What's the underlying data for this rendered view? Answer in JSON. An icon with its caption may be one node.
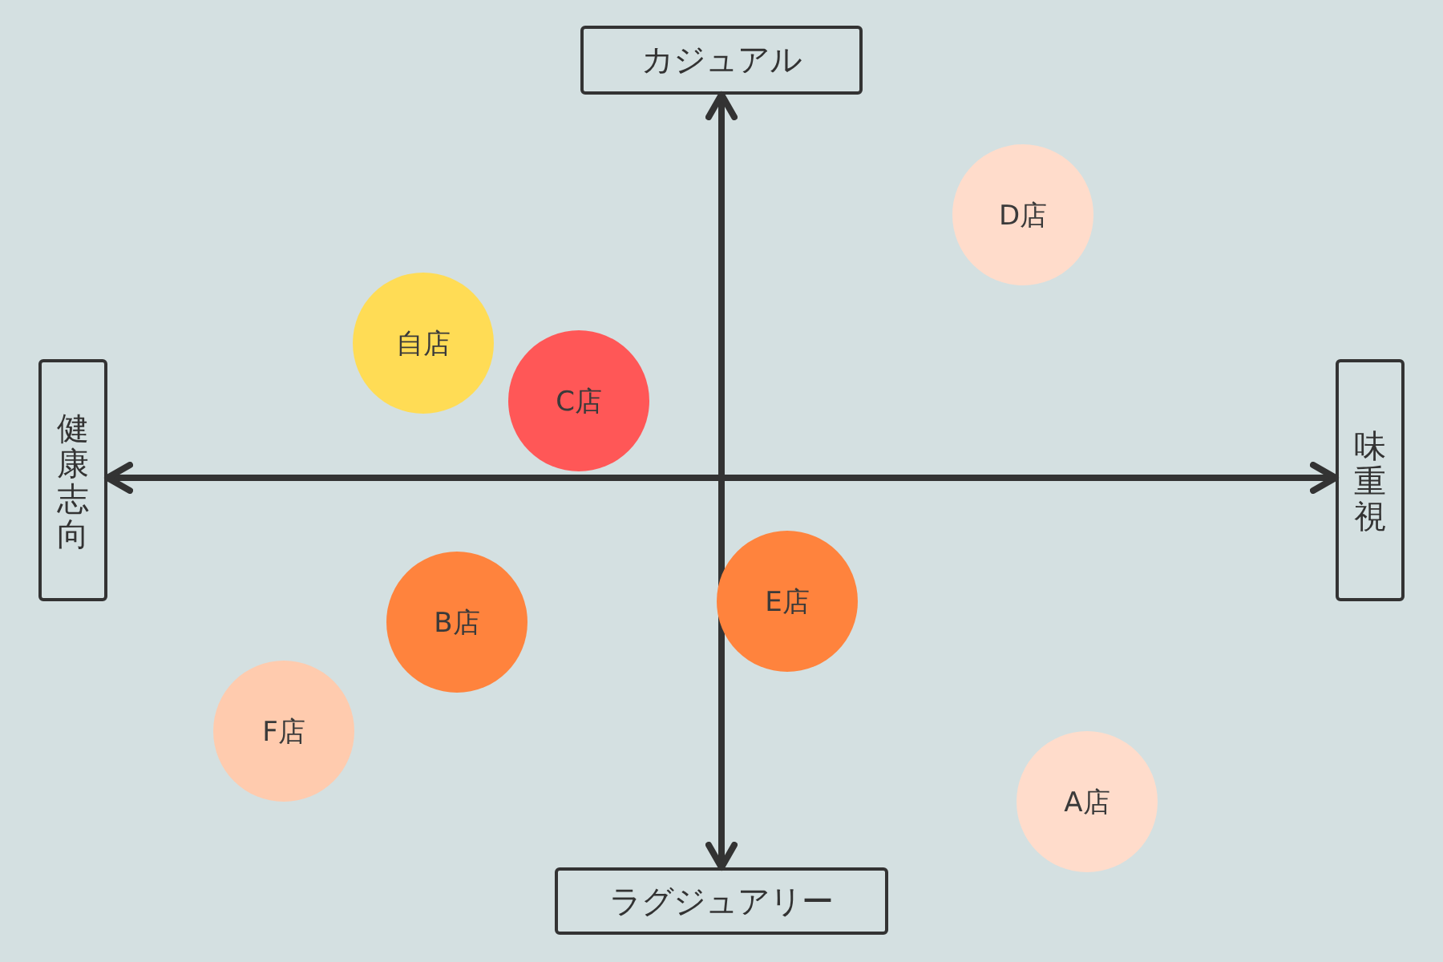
{
  "diagram": {
    "nodes": [
      {
        "text": [
          "カジュアル"
        ]
      },
      {
        "text": [
          "D店"
        ]
      },
      {
        "text": [
          "自店"
        ]
      },
      {
        "text": [
          "健康志向"
        ]
      },
      {
        "text": [
          "C店"
        ]
      },
      {
        "text": [
          "味重視"
        ]
      },
      {
        "text": [
          "E店"
        ]
      },
      {
        "text": [
          "B店"
        ]
      },
      {
        "text": [
          "F店"
        ]
      },
      {
        "text": [
          "ラグジュアリー"
        ]
      },
      {
        "text": [
          "A店"
        ]
      }
    ],
    "edges": [
      {
        "from": 0,
        "to": 9,
        "arrow": "both"
      },
      {
        "from": 3,
        "to": 5,
        "arrow": "both"
      }
    ]
  }
}
